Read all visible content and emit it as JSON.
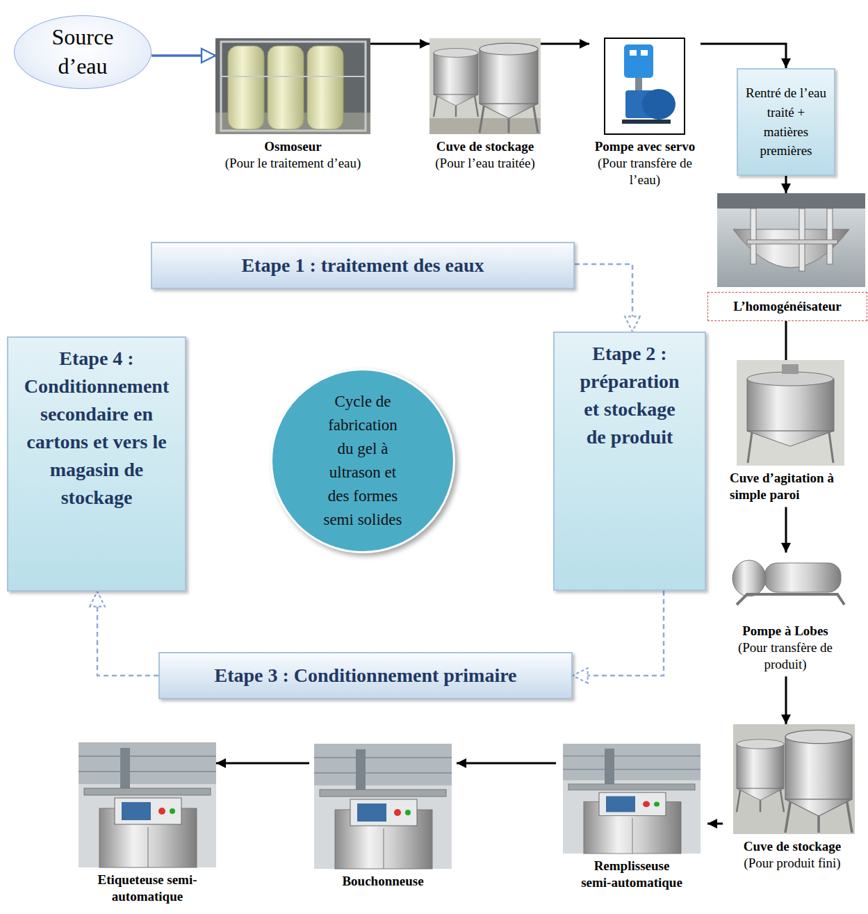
{
  "diagram": {
    "nodes": [
      {
        "text": [
          "Source d’eau"
        ]
      },
      {
        "text": [
          "Osmoseur",
          "(Pour le traitement d’eau)"
        ]
      },
      {
        "text": [
          "Cuve de stockage",
          "(Pour l’eau traitée)"
        ]
      },
      {
        "text": [
          "Pompe avec servo",
          "(Pour transfère de l’eau)"
        ]
      },
      {
        "text": [
          "Rentré de l’eau traité + matières premières"
        ]
      },
      {
        "text": [
          "L’homogénéisateur"
        ]
      },
      {
        "text": [
          "Cuve d’agitation à simple paroi"
        ]
      },
      {
        "text": [
          "Pompe à Lobes",
          "(Pour transfère de produit)"
        ]
      },
      {
        "text": [
          "Cuve de stockage",
          "(Pour produit fini)"
        ]
      },
      {
        "text": [
          "Remplisseuse semi-automatique"
        ]
      },
      {
        "text": [
          "Bouchonneuse"
        ]
      },
      {
        "text": [
          "Etiqueteuse semi-automatique"
        ]
      },
      {
        "text": [
          "Etape 1 : traitement des eaux"
        ]
      },
      {
        "text": [
          "Etape 2 : préparation et stockage de produit"
        ]
      },
      {
        "text": [
          "Etape 3 : Conditionnement primaire"
        ]
      },
      {
        "text": [
          "Etape 4 : Conditionnement secondaire en cartons et vers le magasin de stockage"
        ]
      },
      {
        "text": [
          "Cycle de fabrication du gel à ultrason et des formes semi solides"
        ]
      }
    ],
    "edges": [
      {
        "from": 0,
        "to": 1,
        "arrow": "to"
      },
      {
        "from": 1,
        "to": 2,
        "arrow": "to"
      },
      {
        "from": 2,
        "to": 3,
        "arrow": "to"
      },
      {
        "from": 3,
        "to": 4,
        "arrow": "to"
      },
      {
        "from": 4,
        "to": 5,
        "arrow": "to"
      },
      {
        "from": 5,
        "to": 6,
        "arrow": "none"
      },
      {
        "from": 6,
        "to": 7,
        "arrow": "to"
      },
      {
        "from": 7,
        "to": 8,
        "arrow": "to"
      },
      {
        "from": 8,
        "to": 9,
        "arrow": "to"
      },
      {
        "from": 9,
        "to": 10,
        "arrow": "to"
      },
      {
        "from": 10,
        "to": 11,
        "arrow": "to"
      },
      {
        "from": 12,
        "to": 13,
        "arrow": "to"
      },
      {
        "from": 13,
        "to": 14,
        "arrow": "to"
      },
      {
        "from": 14,
        "to": 15,
        "arrow": "to"
      }
    ]
  }
}
